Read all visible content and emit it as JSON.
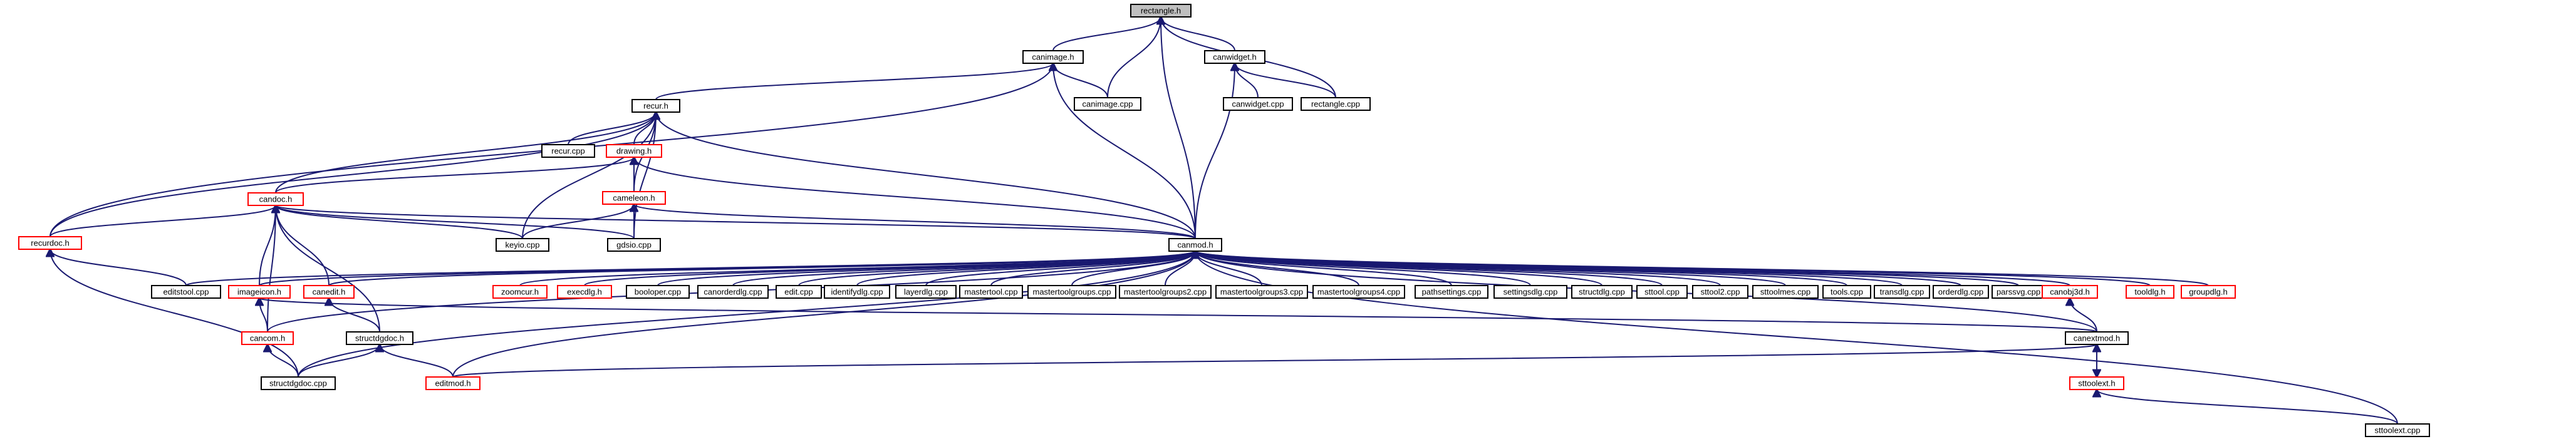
{
  "colors": {
    "edge": "#191970",
    "border_default": "#000000",
    "border_highlight": "#ff0000",
    "fill_root": "#bfbfbf",
    "fill_default": "#ffffff"
  },
  "nodes": [
    {
      "id": "rectangle_h",
      "label": "rectangle.h",
      "style": "root"
    },
    {
      "id": "canimage_h",
      "label": "canimage.h",
      "style": "normal"
    },
    {
      "id": "canwidget_h",
      "label": "canwidget.h",
      "style": "normal"
    },
    {
      "id": "canimage_cpp",
      "label": "canimage.cpp",
      "style": "normal"
    },
    {
      "id": "canwidget_cpp",
      "label": "canwidget.cpp",
      "style": "normal"
    },
    {
      "id": "rectangle_cpp",
      "label": "rectangle.cpp",
      "style": "normal"
    },
    {
      "id": "recur_h",
      "label": "recur.h",
      "style": "normal"
    },
    {
      "id": "recur_cpp",
      "label": "recur.cpp",
      "style": "normal"
    },
    {
      "id": "drawing_h",
      "label": "drawing.h",
      "style": "red"
    },
    {
      "id": "candoc_h",
      "label": "candoc.h",
      "style": "red"
    },
    {
      "id": "cameleon_h",
      "label": "cameleon.h",
      "style": "red"
    },
    {
      "id": "recurdoc_h",
      "label": "recurdoc.h",
      "style": "red"
    },
    {
      "id": "keyio_cpp",
      "label": "keyio.cpp",
      "style": "normal"
    },
    {
      "id": "gdsio_cpp",
      "label": "gdsio.cpp",
      "style": "normal"
    },
    {
      "id": "canmod_h",
      "label": "canmod.h",
      "style": "normal"
    },
    {
      "id": "editstool_cpp",
      "label": "editstool.cpp",
      "style": "normal"
    },
    {
      "id": "imageicon_h",
      "label": "imageicon.h",
      "style": "red"
    },
    {
      "id": "canedit_h",
      "label": "canedit.h",
      "style": "red"
    },
    {
      "id": "zoomcur_h",
      "label": "zoomcur.h",
      "style": "red"
    },
    {
      "id": "execdlg_h",
      "label": "execdlg.h",
      "style": "red"
    },
    {
      "id": "booloper_cpp",
      "label": "booloper.cpp",
      "style": "normal"
    },
    {
      "id": "canorderdlg_cpp",
      "label": "canorderdlg.cpp",
      "style": "normal"
    },
    {
      "id": "edit_cpp",
      "label": "edit.cpp",
      "style": "normal"
    },
    {
      "id": "identifydlg_cpp",
      "label": "identifydlg.cpp",
      "style": "normal"
    },
    {
      "id": "layerdlg_cpp",
      "label": "layerdlg.cpp",
      "style": "normal"
    },
    {
      "id": "mastertool_cpp",
      "label": "mastertool.cpp",
      "style": "normal"
    },
    {
      "id": "mastertoolgroups_cpp",
      "label": "mastertoolgroups.cpp",
      "style": "normal"
    },
    {
      "id": "mastertoolgroups2_cpp",
      "label": "mastertoolgroups2.cpp",
      "style": "normal"
    },
    {
      "id": "mastertoolgroups3_cpp",
      "label": "mastertoolgroups3.cpp",
      "style": "normal"
    },
    {
      "id": "mastertoolgroups4_cpp",
      "label": "mastertoolgroups4.cpp",
      "style": "normal"
    },
    {
      "id": "pathsettings_cpp",
      "label": "pathsettings.cpp",
      "style": "normal"
    },
    {
      "id": "settingsdlg_cpp",
      "label": "settingsdlg.cpp",
      "style": "normal"
    },
    {
      "id": "structdlg_cpp",
      "label": "structdlg.cpp",
      "style": "normal"
    },
    {
      "id": "sttool_cpp",
      "label": "sttool.cpp",
      "style": "normal"
    },
    {
      "id": "sttool2_cpp",
      "label": "sttool2.cpp",
      "style": "normal"
    },
    {
      "id": "sttoolmes_cpp",
      "label": "sttoolmes.cpp",
      "style": "normal"
    },
    {
      "id": "tools_cpp",
      "label": "tools.cpp",
      "style": "normal"
    },
    {
      "id": "transdlg_cpp",
      "label": "transdlg.cpp",
      "style": "normal"
    },
    {
      "id": "orderdlg_cpp",
      "label": "orderdlg.cpp",
      "style": "normal"
    },
    {
      "id": "parssvg_cpp",
      "label": "parssvg.cpp",
      "style": "normal"
    },
    {
      "id": "canobj3d_h",
      "label": "canobj3d.h",
      "style": "red"
    },
    {
      "id": "tooldlg_h",
      "label": "tooldlg.h",
      "style": "red"
    },
    {
      "id": "groupdlg_h",
      "label": "groupdlg.h",
      "style": "red"
    },
    {
      "id": "cancom_h",
      "label": "cancom.h",
      "style": "red"
    },
    {
      "id": "structdgdoc_h",
      "label": "structdgdoc.h",
      "style": "normal"
    },
    {
      "id": "structdgdoc_cpp",
      "label": "structdgdoc.cpp",
      "style": "normal"
    },
    {
      "id": "editmod_h",
      "label": "editmod.h",
      "style": "red"
    },
    {
      "id": "canextmod_h",
      "label": "canextmod.h",
      "style": "normal"
    },
    {
      "id": "sttoolext_h",
      "label": "sttoolext.h",
      "style": "red"
    },
    {
      "id": "sttoolext_cpp",
      "label": "sttoolext.cpp",
      "style": "normal"
    }
  ],
  "edges": [
    {
      "from": "canimage_h",
      "to": "rectangle_h"
    },
    {
      "from": "canwidget_h",
      "to": "rectangle_h"
    },
    {
      "from": "canimage_cpp",
      "to": "rectangle_h"
    },
    {
      "from": "rectangle_cpp",
      "to": "rectangle_h"
    },
    {
      "from": "canmod_h",
      "to": "rectangle_h"
    },
    {
      "from": "canimage_cpp",
      "to": "canimage_h"
    },
    {
      "from": "recur_h",
      "to": "canimage_h"
    },
    {
      "from": "recurdoc_h",
      "to": "canimage_h"
    },
    {
      "from": "canmod_h",
      "to": "canimage_h"
    },
    {
      "from": "canwidget_cpp",
      "to": "canwidget_h"
    },
    {
      "from": "rectangle_cpp",
      "to": "canwidget_h"
    },
    {
      "from": "canmod_h",
      "to": "canwidget_h"
    },
    {
      "from": "recur_cpp",
      "to": "recur_h"
    },
    {
      "from": "drawing_h",
      "to": "recur_h"
    },
    {
      "from": "candoc_h",
      "to": "recur_h"
    },
    {
      "from": "cameleon_h",
      "to": "recur_h"
    },
    {
      "from": "recurdoc_h",
      "to": "recur_h"
    },
    {
      "from": "keyio_cpp",
      "to": "recur_h"
    },
    {
      "from": "gdsio_cpp",
      "to": "recur_h"
    },
    {
      "from": "canmod_h",
      "to": "recur_h"
    },
    {
      "from": "candoc_h",
      "to": "drawing_h"
    },
    {
      "from": "cameleon_h",
      "to": "drawing_h"
    },
    {
      "from": "canmod_h",
      "to": "drawing_h"
    },
    {
      "from": "recurdoc_h",
      "to": "candoc_h"
    },
    {
      "from": "keyio_cpp",
      "to": "candoc_h"
    },
    {
      "from": "gdsio_cpp",
      "to": "candoc_h"
    },
    {
      "from": "imageicon_h",
      "to": "candoc_h"
    },
    {
      "from": "canedit_h",
      "to": "candoc_h"
    },
    {
      "from": "cancom_h",
      "to": "candoc_h"
    },
    {
      "from": "structdgdoc_h",
      "to": "candoc_h"
    },
    {
      "from": "canmod_h",
      "to": "candoc_h"
    },
    {
      "from": "keyio_cpp",
      "to": "cameleon_h"
    },
    {
      "from": "gdsio_cpp",
      "to": "cameleon_h"
    },
    {
      "from": "canmod_h",
      "to": "cameleon_h"
    },
    {
      "from": "editstool_cpp",
      "to": "recurdoc_h"
    },
    {
      "from": "structdgdoc_cpp",
      "to": "recurdoc_h"
    },
    {
      "from": "editstool_cpp",
      "to": "canmod_h"
    },
    {
      "from": "imageicon_h",
      "to": "canmod_h"
    },
    {
      "from": "canedit_h",
      "to": "canmod_h"
    },
    {
      "from": "zoomcur_h",
      "to": "canmod_h"
    },
    {
      "from": "execdlg_h",
      "to": "canmod_h"
    },
    {
      "from": "booloper_cpp",
      "to": "canmod_h"
    },
    {
      "from": "canorderdlg_cpp",
      "to": "canmod_h"
    },
    {
      "from": "edit_cpp",
      "to": "canmod_h"
    },
    {
      "from": "identifydlg_cpp",
      "to": "canmod_h"
    },
    {
      "from": "layerdlg_cpp",
      "to": "canmod_h"
    },
    {
      "from": "mastertool_cpp",
      "to": "canmod_h"
    },
    {
      "from": "mastertoolgroups_cpp",
      "to": "canmod_h"
    },
    {
      "from": "mastertoolgroups2_cpp",
      "to": "canmod_h"
    },
    {
      "from": "mastertoolgroups3_cpp",
      "to": "canmod_h"
    },
    {
      "from": "mastertoolgroups4_cpp",
      "to": "canmod_h"
    },
    {
      "from": "pathsettings_cpp",
      "to": "canmod_h"
    },
    {
      "from": "settingsdlg_cpp",
      "to": "canmod_h"
    },
    {
      "from": "structdlg_cpp",
      "to": "canmod_h"
    },
    {
      "from": "sttool_cpp",
      "to": "canmod_h"
    },
    {
      "from": "sttool2_cpp",
      "to": "canmod_h"
    },
    {
      "from": "sttoolmes_cpp",
      "to": "canmod_h"
    },
    {
      "from": "tools_cpp",
      "to": "canmod_h"
    },
    {
      "from": "transdlg_cpp",
      "to": "canmod_h"
    },
    {
      "from": "orderdlg_cpp",
      "to": "canmod_h"
    },
    {
      "from": "parssvg_cpp",
      "to": "canmod_h"
    },
    {
      "from": "canobj3d_h",
      "to": "canmod_h"
    },
    {
      "from": "tooldlg_h",
      "to": "canmod_h"
    },
    {
      "from": "groupdlg_h",
      "to": "canmod_h"
    },
    {
      "from": "cancom_h",
      "to": "canmod_h"
    },
    {
      "from": "structdgdoc_cpp",
      "to": "canmod_h"
    },
    {
      "from": "editmod_h",
      "to": "canmod_h"
    },
    {
      "from": "canextmod_h",
      "to": "canmod_h"
    },
    {
      "from": "sttoolext_cpp",
      "to": "canmod_h"
    },
    {
      "from": "cancom_h",
      "to": "imageicon_h"
    },
    {
      "from": "canextmod_h",
      "to": "imageicon_h"
    },
    {
      "from": "structdgdoc_h",
      "to": "canedit_h"
    },
    {
      "from": "structdgdoc_cpp",
      "to": "cancom_h"
    },
    {
      "from": "structdgdoc_cpp",
      "to": "structdgdoc_h"
    },
    {
      "from": "editmod_h",
      "to": "structdgdoc_h"
    },
    {
      "from": "editmod_h",
      "to": "canextmod_h"
    },
    {
      "from": "canextmod_h",
      "to": "canobj3d_h"
    },
    {
      "from": "sttoolext_h",
      "to": "canextmod_h"
    },
    {
      "from": "canextmod_h",
      "to": "sttoolext_h"
    },
    {
      "from": "sttoolext_cpp",
      "to": "sttoolext_h"
    }
  ]
}
